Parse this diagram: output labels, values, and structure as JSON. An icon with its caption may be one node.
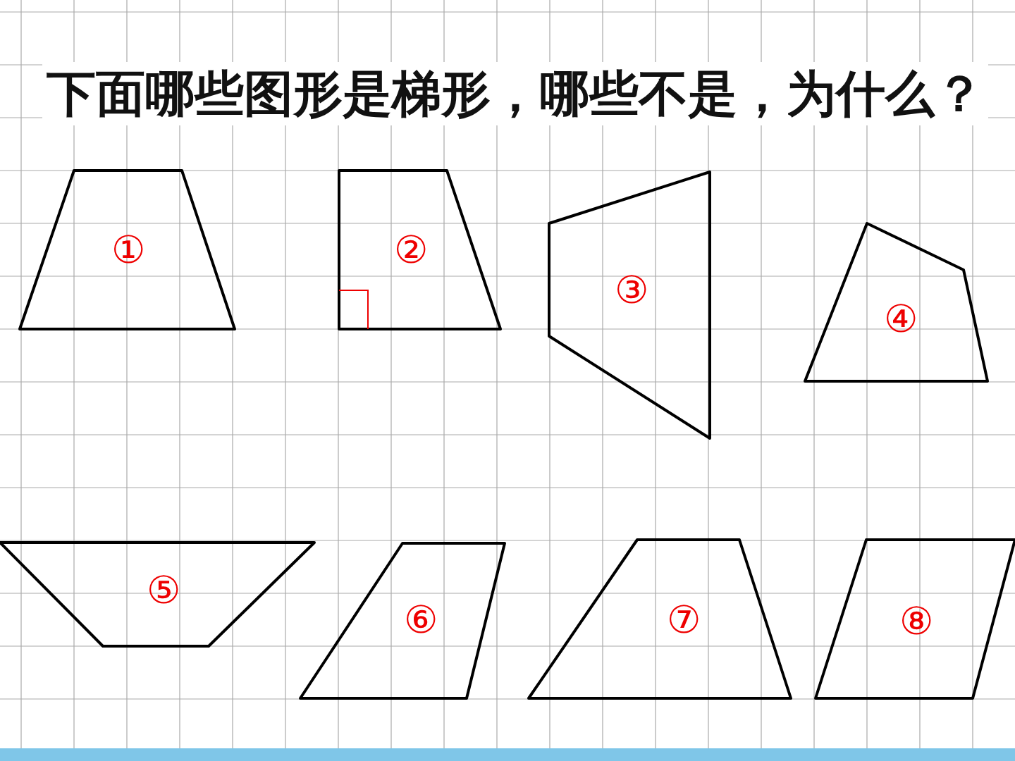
{
  "diagram": {
    "title": "下面哪些图形是梯形，哪些不是，为什么？",
    "nodes": [
      {
        "text": [
          "①"
        ]
      },
      {
        "text": [
          "②"
        ]
      },
      {
        "text": [
          "③"
        ]
      },
      {
        "text": [
          "④"
        ]
      },
      {
        "text": [
          "⑤"
        ]
      },
      {
        "text": [
          "⑥"
        ]
      },
      {
        "text": [
          "⑦"
        ]
      },
      {
        "text": [
          "⑧"
        ]
      }
    ]
  }
}
